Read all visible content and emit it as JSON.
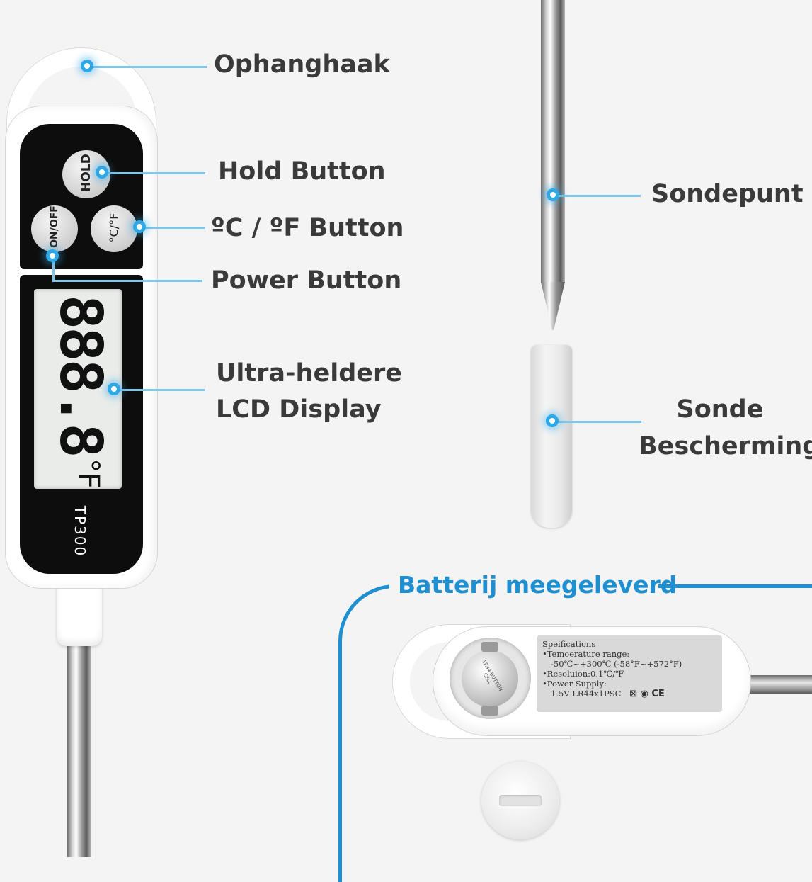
{
  "labels": {
    "hook": "Ophanghaak",
    "hold": "Hold Button",
    "unit": "ºC / ºF Button",
    "power": "Power Button",
    "lcd_line1": "Ultra-heldere",
    "lcd_line2": "LCD Display",
    "probe_tip": "Sondepunt",
    "probe_cover_line1": "Sonde",
    "probe_cover_line2": "Bescherming",
    "battery": "Batterij meegeleverd"
  },
  "device": {
    "hold_button": "HOLD",
    "unit_button": "°C/°F",
    "power_button": "ON/OFF",
    "lcd_digits": "888.8",
    "lcd_unit": "°F",
    "model": "TP300"
  },
  "specs": {
    "title": "Speifications",
    "line1": "•Temoerature range:",
    "line2": "-50℃~+300℃  (-58°F~+572°F)",
    "line3": "•Resoluion:0.1℃/℉",
    "line4": "•Power Supply:",
    "line5": "1.5V LR44x1PSC",
    "marks": "⊠ ◉ CE"
  },
  "battery_cell": "LR44 BUTTON CELL",
  "colors": {
    "accent": "#2ea8e6",
    "callout_line": "#7ec6ea",
    "label_text": "#3a3a3a",
    "device_body": "#ffffff",
    "device_face": "#0d0d0d",
    "lcd": "#e9ece9"
  }
}
